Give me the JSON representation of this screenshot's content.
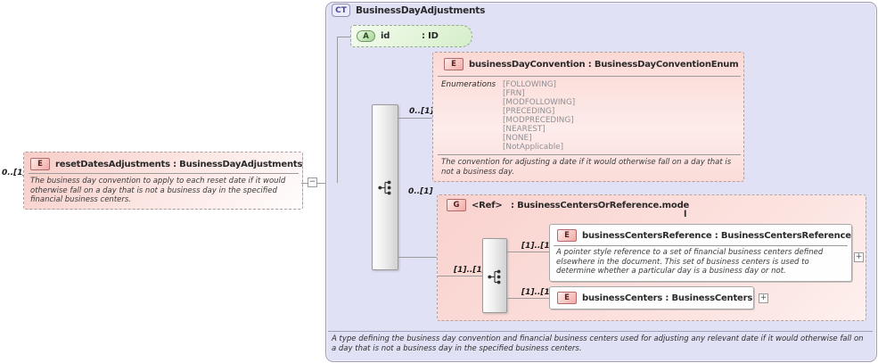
{
  "diagram": {
    "root": {
      "badge": "CT",
      "title": "BusinessDayAdjustments",
      "description": "A type defining the business day convention and financial business centers used for adjusting any relevant date if it would otherwise fall on a day that is not a business day in the specified business centers."
    },
    "reset_element": {
      "badge": "E",
      "cardinality": "0..[1]",
      "title": "resetDatesAdjustments : BusinessDayAdjustments",
      "description": "The business day convention to apply to each reset date if it would otherwise fall on a day that is not a business day in the specified financial business centers.",
      "collapse_glyph": "−"
    },
    "entry_cardinality": "[1]..[1]",
    "id_attribute": {
      "badge": "A",
      "name": "id",
      "type": ": ID"
    },
    "convention": {
      "badge": "E",
      "cardinality": "0..[1]",
      "title": "businessDayConvention : BusinessDayConventionEnum",
      "enum_label": "Enumerations",
      "enumerations": [
        "[FOLLOWING]",
        "[FRN]",
        "[MODFOLLOWING]",
        "[PRECEDING]",
        "[MODPRECEDING]",
        "[NEAREST]",
        "[NONE]",
        "[NotApplicable]"
      ],
      "description": "The convention for adjusting a date if it would otherwise fall on a day that is not a business day."
    },
    "group": {
      "badge": "G",
      "cardinality": "0..[1]",
      "name": "<Ref>",
      "type": ": BusinessCentersOrReference.mode",
      "type_wrap": "l",
      "inner_cardinality": "[1]..[1]"
    },
    "centers_reference": {
      "badge": "E",
      "cardinality": "[1]..[1]",
      "title": "businessCentersReference : BusinessCentersReference",
      "description": "A pointer style reference to a set of financial business centers defined elsewhere in the document. This set of business centers is used to determine whether a particular day is a business day or not.",
      "expand_glyph": "+"
    },
    "centers": {
      "badge": "E",
      "cardinality": "[1]..[1]",
      "title": "businessCenters : BusinessCenters",
      "expand_glyph": "+"
    },
    "colors": {
      "container_lavender": "#e1e1f5",
      "element_pink": "#f8cdc8",
      "attribute_green": "#d5eec9",
      "connector_gray": "#9b9b9b"
    }
  }
}
